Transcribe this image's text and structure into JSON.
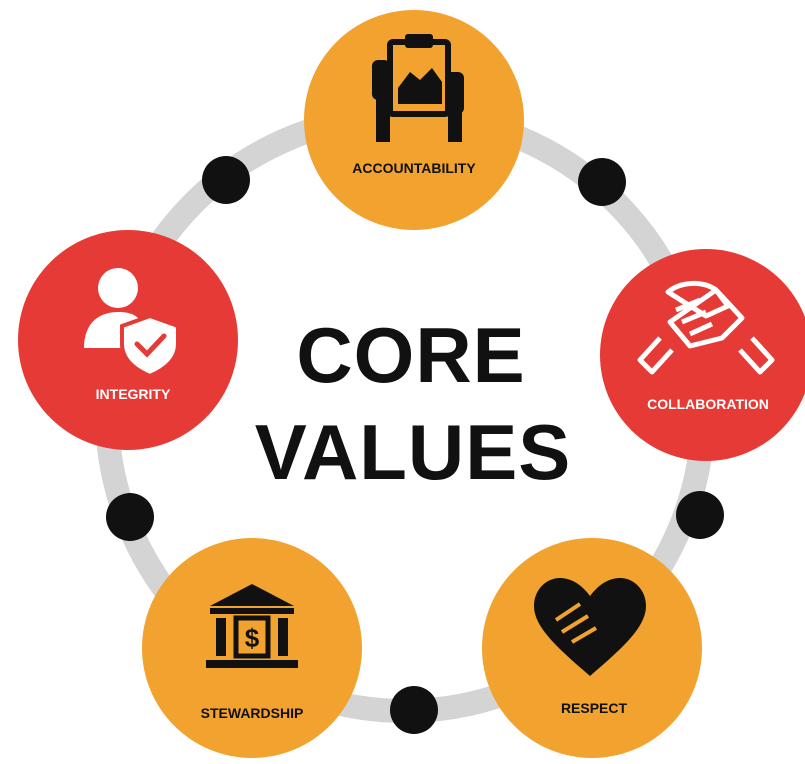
{
  "center": {
    "line1": "CORE",
    "line2": "VALUES"
  },
  "nodes": [
    {
      "label": "ACCOUNTABILITY",
      "color": "#F2A22F",
      "icon": "clipboard-hands-icon",
      "text_color": "#111111"
    },
    {
      "label": "COLLABORATION",
      "color": "#E63A36",
      "icon": "handshake-icon",
      "text_color": "#ffffff"
    },
    {
      "label": "RESPECT",
      "color": "#F2A22F",
      "icon": "heart-handshake-icon",
      "text_color": "#111111"
    },
    {
      "label": "STEWARDSHIP",
      "color": "#F2A22F",
      "icon": "bank-icon",
      "text_color": "#111111"
    },
    {
      "label": "INTEGRITY",
      "color": "#E63A36",
      "icon": "user-shield-icon",
      "text_color": "#ffffff"
    }
  ],
  "colors": {
    "ring": "#D4D4D4",
    "connector_dot": "#111111",
    "center_text": "#111111"
  }
}
